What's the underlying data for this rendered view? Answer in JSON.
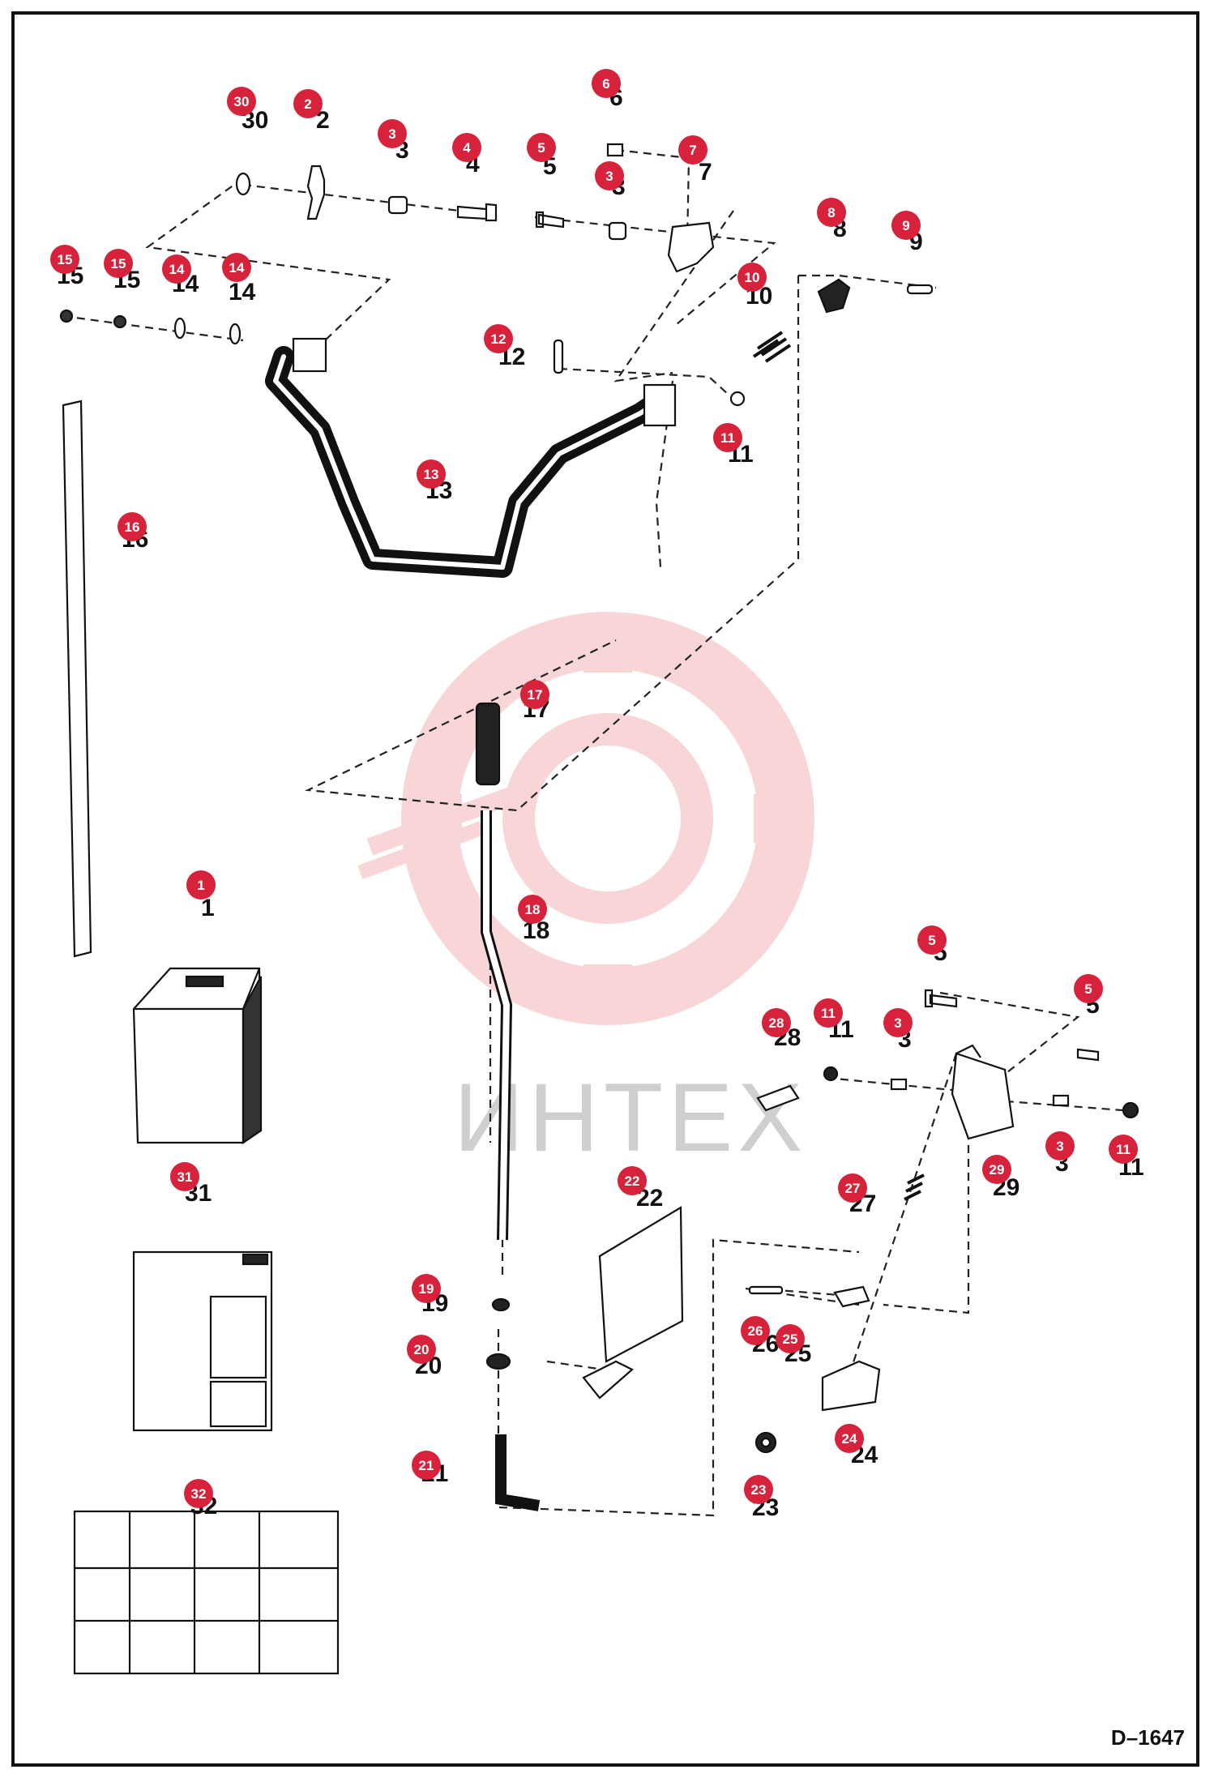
{
  "drawing_id": "D–1647",
  "watermark": {
    "text": "ИНТЕХ",
    "color": "#f4b6b8"
  },
  "accent": "#d6223a",
  "callouts": [
    {
      "id": "c30",
      "num": "30"
    },
    {
      "id": "c2",
      "num": "2"
    },
    {
      "id": "c3a",
      "num": "3"
    },
    {
      "id": "c4",
      "num": "4"
    },
    {
      "id": "c5a",
      "num": "5"
    },
    {
      "id": "c6",
      "num": "6"
    },
    {
      "id": "c3b",
      "num": "3"
    },
    {
      "id": "c7",
      "num": "7"
    },
    {
      "id": "c8",
      "num": "8"
    },
    {
      "id": "c9",
      "num": "9"
    },
    {
      "id": "c10",
      "num": "10"
    },
    {
      "id": "c15a",
      "num": "15"
    },
    {
      "id": "c15b",
      "num": "15"
    },
    {
      "id": "c14a",
      "num": "14"
    },
    {
      "id": "c14b",
      "num": "14"
    },
    {
      "id": "c12",
      "num": "12"
    },
    {
      "id": "c11a",
      "num": "11"
    },
    {
      "id": "c13",
      "num": "13"
    },
    {
      "id": "c16",
      "num": "16"
    },
    {
      "id": "c17",
      "num": "17"
    },
    {
      "id": "c1",
      "num": "1"
    },
    {
      "id": "c18",
      "num": "18"
    },
    {
      "id": "c5b",
      "num": "5"
    },
    {
      "id": "c5c",
      "num": "5"
    },
    {
      "id": "c28",
      "num": "28"
    },
    {
      "id": "c11b",
      "num": "11"
    },
    {
      "id": "c3c",
      "num": "3"
    },
    {
      "id": "c3d",
      "num": "3"
    },
    {
      "id": "c11c",
      "num": "11"
    },
    {
      "id": "c29",
      "num": "29"
    },
    {
      "id": "c31",
      "num": "31"
    },
    {
      "id": "c22",
      "num": "22"
    },
    {
      "id": "c27",
      "num": "27"
    },
    {
      "id": "c19",
      "num": "19"
    },
    {
      "id": "c20",
      "num": "20"
    },
    {
      "id": "c26",
      "num": "26"
    },
    {
      "id": "c25",
      "num": "25"
    },
    {
      "id": "c24",
      "num": "24"
    },
    {
      "id": "c21",
      "num": "21"
    },
    {
      "id": "c23",
      "num": "23"
    },
    {
      "id": "c32",
      "num": "32"
    }
  ]
}
